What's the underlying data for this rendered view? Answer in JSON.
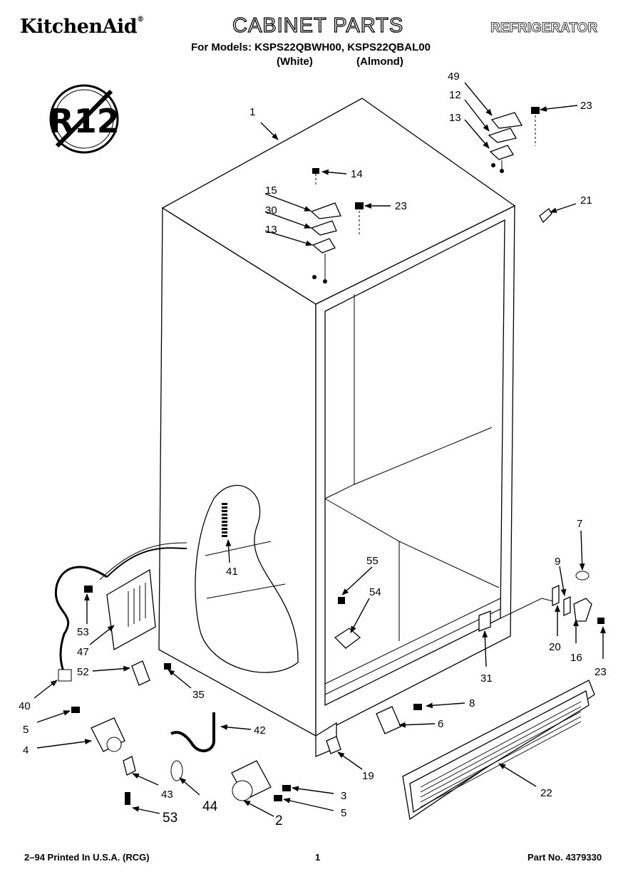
{
  "header": {
    "brand": "KitchenAid",
    "brand_mark": "®",
    "title": "CABINET PARTS",
    "category": "REFRIGERATOR",
    "models_line": "For Models: KSPS22QBWH00, KSPS22QBAL00",
    "variant_white": "(White)",
    "variant_almond": "(Almond)"
  },
  "badge": {
    "text": "R12",
    "icon": "no-r12-icon"
  },
  "footer": {
    "print_info": "2–94 Printed In U.S.A. (RCG)",
    "page_number": "1",
    "part_number": "Part No. 4379330"
  },
  "callouts": {
    "c1": "1",
    "c49": "49",
    "c12": "12",
    "c13a": "13",
    "c23a": "23",
    "c14": "14",
    "c15": "15",
    "c23b": "23",
    "c30": "30",
    "c13b": "13",
    "c21": "21",
    "c41": "41",
    "c7": "7",
    "c9": "9",
    "c55": "55",
    "c54": "54",
    "c53a": "53",
    "c47": "47",
    "c52": "52",
    "c40": "40",
    "c35": "35",
    "c20": "20",
    "c16": "16",
    "c23c": "23",
    "c31": "31",
    "c5a": "5",
    "c4": "4",
    "c42": "42",
    "c8": "8",
    "c6": "6",
    "c19": "19",
    "c43": "43",
    "c44": "44",
    "c53b": "53",
    "c3": "3",
    "c5b": "5",
    "c2": "2",
    "c22": "22"
  }
}
